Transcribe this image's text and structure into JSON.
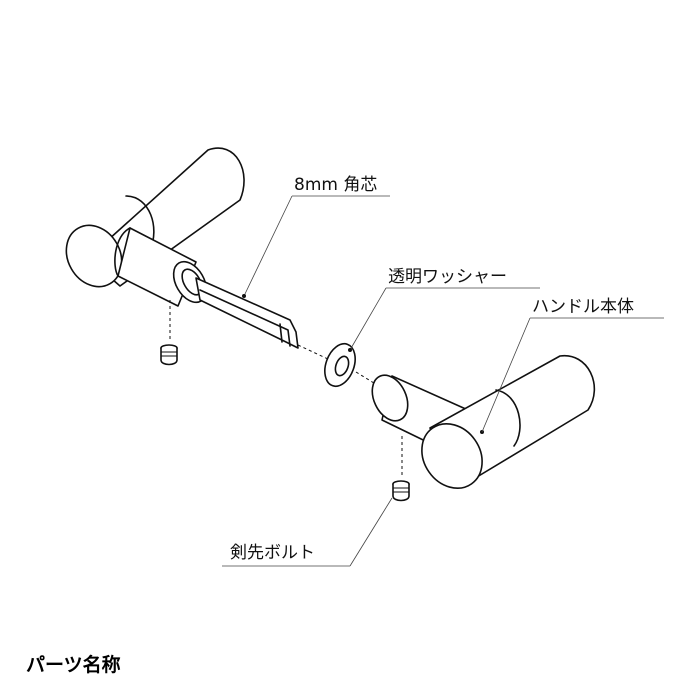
{
  "labels": {
    "square_core": "8mm 角芯",
    "washer": "透明ワッシャー",
    "handle_body": "ハンドル本体",
    "set_screw": "剣先ボルト"
  },
  "section_title": "パーツ名称"
}
